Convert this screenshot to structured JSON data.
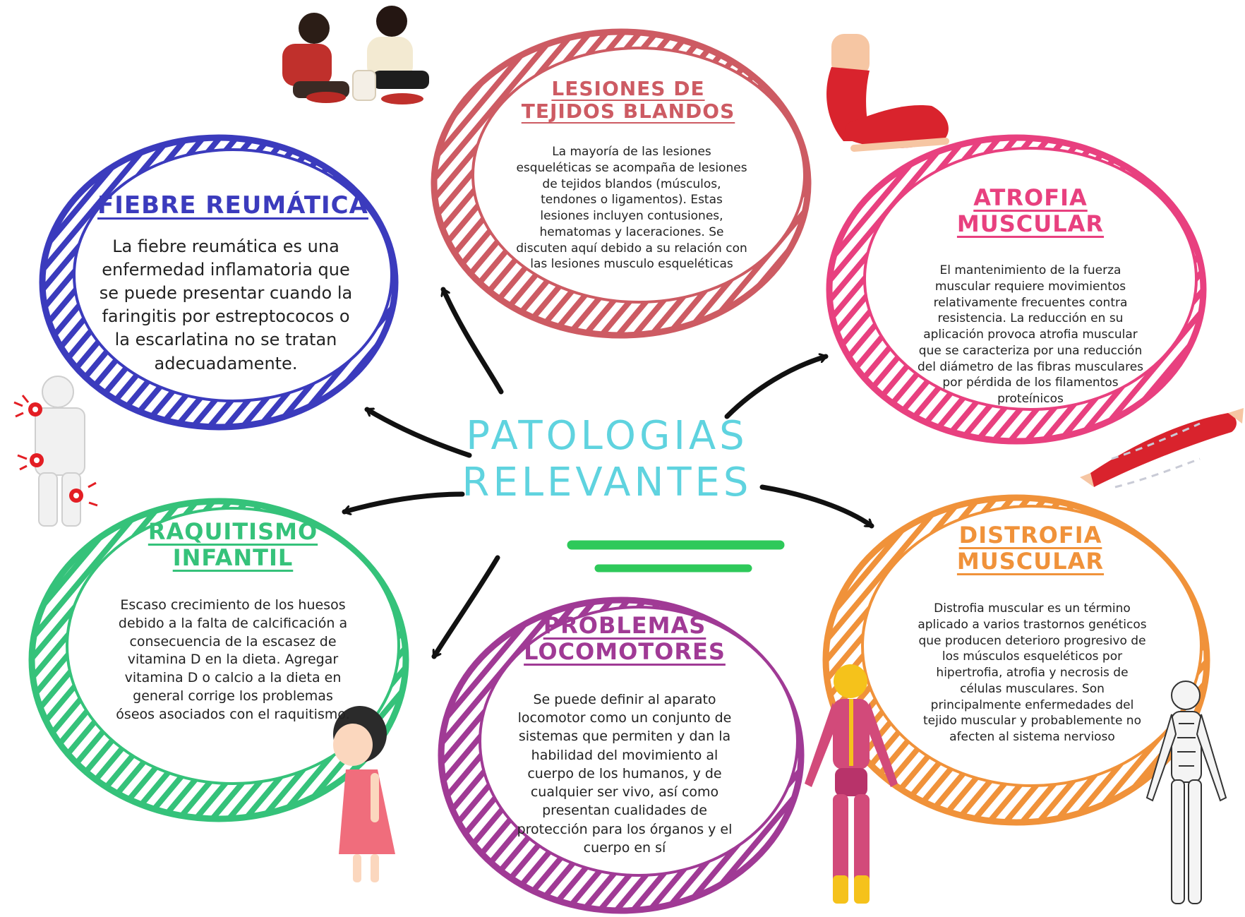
{
  "center": {
    "line1": "PATOLOGIAS",
    "line2": "RELEVANTES",
    "color": "#5fd3df",
    "underline_color": "#2ec95a"
  },
  "nodes": {
    "fiebre": {
      "color": "#3b3bbd",
      "title_lines": [
        "FIEBRE REUMÁTICA"
      ],
      "text": "La fiebre reumática es una enfermedad inflamatoria que se puede presentar cuando la faringitis por estreptococos o la escarlatina no se tratan adecuadamente."
    },
    "lesiones": {
      "color": "#cd5b63",
      "title_lines": [
        "LESIONES DE",
        "TEJIDOS BLANDOS"
      ],
      "text": "La mayoría de las lesiones esqueléticas se acompaña de lesiones de tejidos blandos (músculos, tendones o ligamentos). Estas lesiones incluyen contusiones, hematomas y laceraciones. Se discuten aquí debido a su relación con las lesiones musculo esqueléticas"
    },
    "atrofia": {
      "color": "#e8407f",
      "title_lines": [
        "ATROFIA",
        "MUSCULAR"
      ],
      "text": "El mantenimiento de la fuerza muscular requiere movimientos relativamente frecuentes contra resistencia. La reducción en su aplicación provoca atrofia muscular que se caracteriza por una reducción del diámetro de las fibras musculares por pérdida de los filamentos proteínicos"
    },
    "raquitismo": {
      "color": "#35c27a",
      "title_lines": [
        "RAQUITISMO",
        "INFANTIL"
      ],
      "text": "Escaso crecimiento de los huesos debido a la falta de calcificación a consecuencia de la escasez de vitamina D en la dieta. Agregar vitamina D o calcio a la dieta en general corrige los problemas óseos asociados con el raquitismo."
    },
    "problemas": {
      "color": "#a03a95",
      "title_lines": [
        "PROBLEMAS",
        "LOCOMOTORES"
      ],
      "text": "Se puede definir al aparato locomotor como un conjunto de sistemas que permiten y dan la habilidad del movimiento al cuerpo de los humanos, y de cualquier ser vivo, así como presentan cualidades de protección para los órganos y el cuerpo en sí"
    },
    "distrofia": {
      "color": "#f0923a",
      "title_lines": [
        "DISTROFIA",
        "MUSCULAR"
      ],
      "text": "Distrofia muscular es un término aplicado a varios trastornos genéticos que producen deterioro progresivo de los músculos esqueléticos por hipertrofia, atrofia y necrosis de células musculares. Son principalmente enfermedades del tejido muscular y probablemente no afecten al sistema nervioso"
    }
  },
  "illustrations": [
    "injury-care-illustration",
    "flexed-arm-muscle-illustration",
    "joint-pain-figure-illustration",
    "muscle-fiber-illustration",
    "child-illustration",
    "muscular-system-figure-illustration",
    "anatomy-figure-illustration"
  ]
}
